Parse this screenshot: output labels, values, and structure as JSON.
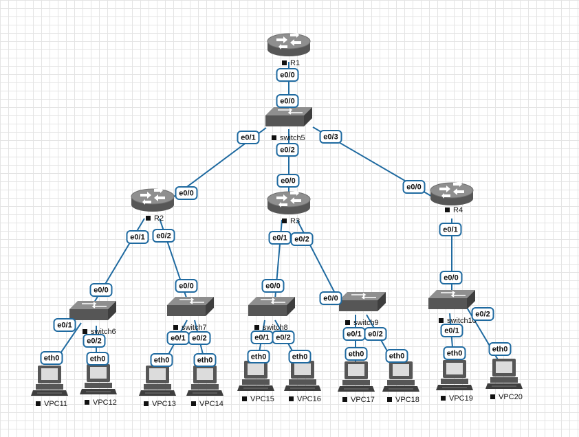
{
  "nodes": [
    {
      "id": "R1",
      "type": "router",
      "label": "R1"
    },
    {
      "id": "switch5",
      "type": "switch",
      "label": "switch5"
    },
    {
      "id": "R2",
      "type": "router",
      "label": "R2"
    },
    {
      "id": "R3",
      "type": "router",
      "label": "R3"
    },
    {
      "id": "R4",
      "type": "router",
      "label": "R4"
    },
    {
      "id": "switch6",
      "type": "switch",
      "label": "switch6"
    },
    {
      "id": "switch7",
      "type": "switch",
      "label": "switch7"
    },
    {
      "id": "switch8",
      "type": "switch",
      "label": "switch8"
    },
    {
      "id": "switch9",
      "type": "switch",
      "label": "switch9"
    },
    {
      "id": "switch10",
      "type": "switch",
      "label": "switch10"
    },
    {
      "id": "VPC11",
      "type": "pc",
      "label": "VPC11"
    },
    {
      "id": "VPC12",
      "type": "pc",
      "label": "VPC12"
    },
    {
      "id": "VPC13",
      "type": "pc",
      "label": "VPC13"
    },
    {
      "id": "VPC14",
      "type": "pc",
      "label": "VPC14"
    },
    {
      "id": "VPC15",
      "type": "pc",
      "label": "VPC15"
    },
    {
      "id": "VPC16",
      "type": "pc",
      "label": "VPC16"
    },
    {
      "id": "VPC17",
      "type": "pc",
      "label": "VPC17"
    },
    {
      "id": "VPC18",
      "type": "pc",
      "label": "VPC18"
    },
    {
      "id": "VPC19",
      "type": "pc",
      "label": "VPC19"
    },
    {
      "id": "VPC20",
      "type": "pc",
      "label": "VPC20"
    }
  ],
  "links": [
    {
      "a": "R1",
      "a_port": "e0/0",
      "b": "switch5",
      "b_port": "e0/0"
    },
    {
      "a": "switch5",
      "a_port": "e0/1",
      "b": "R2",
      "b_port": "e0/0"
    },
    {
      "a": "switch5",
      "a_port": "e0/2",
      "b": "R3",
      "b_port": "e0/0"
    },
    {
      "a": "switch5",
      "a_port": "e0/3",
      "b": "R4",
      "b_port": "e0/0"
    },
    {
      "a": "R2",
      "a_port": "e0/1",
      "b": "switch6",
      "b_port": "e0/0"
    },
    {
      "a": "R2",
      "a_port": "e0/2",
      "b": "switch7",
      "b_port": "e0/0"
    },
    {
      "a": "R3",
      "a_port": "e0/1",
      "b": "switch8",
      "b_port": "e0/0"
    },
    {
      "a": "R3",
      "a_port": "e0/2",
      "b": "switch9",
      "b_port": "e0/0"
    },
    {
      "a": "R4",
      "a_port": "e0/1",
      "b": "switch10",
      "b_port": "e0/0"
    },
    {
      "a": "switch6",
      "a_port": "e0/1",
      "b": "VPC11",
      "b_port": "eth0"
    },
    {
      "a": "switch6",
      "a_port": "e0/2",
      "b": "VPC12",
      "b_port": "eth0"
    },
    {
      "a": "switch7",
      "a_port": "e0/1",
      "b": "VPC13",
      "b_port": "eth0"
    },
    {
      "a": "switch7",
      "a_port": "e0/2",
      "b": "VPC14",
      "b_port": "eth0"
    },
    {
      "a": "switch8",
      "a_port": "e0/1",
      "b": "VPC15",
      "b_port": "eth0"
    },
    {
      "a": "switch8",
      "a_port": "e0/2",
      "b": "VPC16",
      "b_port": "eth0"
    },
    {
      "a": "switch9",
      "a_port": "e0/1",
      "b": "VPC17",
      "b_port": "eth0"
    },
    {
      "a": "switch9",
      "a_port": "e0/2",
      "b": "VPC18",
      "b_port": "eth0"
    },
    {
      "a": "switch10",
      "a_port": "e0/1",
      "b": "VPC19",
      "b_port": "eth0"
    },
    {
      "a": "switch10",
      "a_port": "e0/2",
      "b": "VPC20",
      "b_port": "eth0"
    }
  ],
  "colors": {
    "link": "#1f6aa0",
    "device_top": "#8f8f8f",
    "device_body": "#565656",
    "device_dark": "#3e3e3e",
    "pc_screen": "#dcdcdc"
  }
}
